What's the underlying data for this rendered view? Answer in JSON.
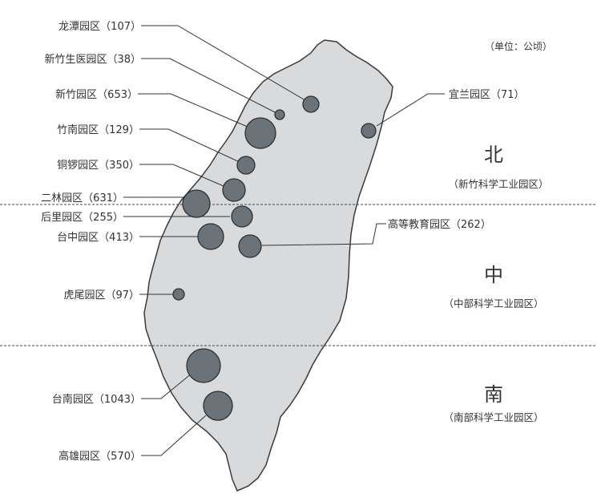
{
  "unit_note": "（单位：公顷）",
  "colors": {
    "island_fill": "#d9dadb",
    "island_stroke": "#3a3a3a",
    "park_fill": "#6b7378",
    "park_stroke": "#2c3033"
  },
  "regions": {
    "north": {
      "name": "北",
      "sub": "（新竹科学工业园区）"
    },
    "central": {
      "name": "中",
      "sub": "（中部科学工业园区）"
    },
    "south": {
      "name": "南",
      "sub": "（南部科学工业园区）"
    }
  },
  "parks": [
    {
      "id": "longtan",
      "label": "龙潭园区（107）",
      "area": 107
    },
    {
      "id": "hsinchu-biomed",
      "label": "新竹生医园区（38）",
      "area": 38
    },
    {
      "id": "hsinchu",
      "label": "新竹园区（653）",
      "area": 653
    },
    {
      "id": "zhunan",
      "label": "竹南园区（129）",
      "area": 129
    },
    {
      "id": "tongluo",
      "label": "铜锣园区（350）",
      "area": 350
    },
    {
      "id": "erlin",
      "label": "二林园区（631）",
      "area": 631
    },
    {
      "id": "houli",
      "label": "后里园区（255）",
      "area": 255
    },
    {
      "id": "taichung",
      "label": "台中园区（413）",
      "area": 413
    },
    {
      "id": "huwei",
      "label": "虎尾园区（97）",
      "area": 97
    },
    {
      "id": "tainan",
      "label": "台南园区（1043）",
      "area": 1043
    },
    {
      "id": "kaohsiung",
      "label": "高雄园区（570）",
      "area": 570
    },
    {
      "id": "yilan",
      "label": "宜兰园区（71）",
      "area": 71
    },
    {
      "id": "higher-edu",
      "label": "高等教育园区（262）",
      "area": 262
    }
  ]
}
